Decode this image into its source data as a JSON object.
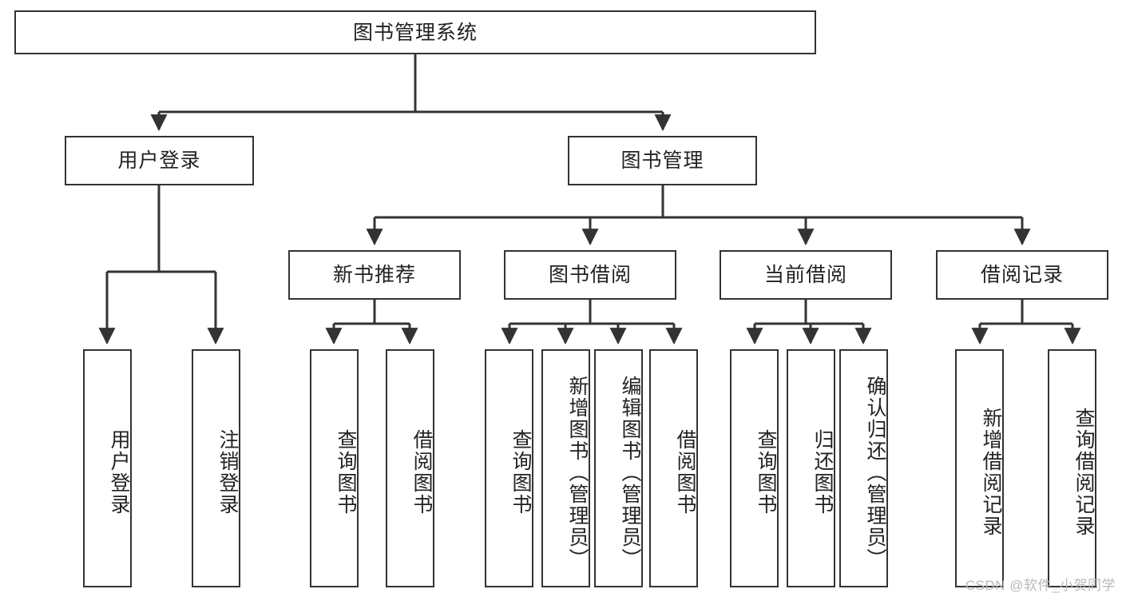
{
  "diagram": {
    "title": "图书管理系统",
    "type": "tree-hierarchy-chart",
    "colors": {
      "box_border": "#333333",
      "box_fill": "#ffffff",
      "edge": "#333333",
      "text": "#222222",
      "watermark": "#b9b9b9",
      "background": "#ffffff"
    },
    "root": {
      "label": "图书管理系统"
    },
    "level2": [
      {
        "label": "用户登录"
      },
      {
        "label": "图书管理"
      }
    ],
    "level3": [
      {
        "label": "新书推荐"
      },
      {
        "label": "图书借阅"
      },
      {
        "label": "当前借阅"
      },
      {
        "label": "借阅记录"
      }
    ],
    "leaves": {
      "user_login": [
        {
          "label": "用户登录"
        },
        {
          "label": "注销登录"
        }
      ],
      "new_book_recommend": [
        {
          "label": "查询图书"
        },
        {
          "label": "借阅图书"
        }
      ],
      "book_borrow": [
        {
          "label": "查询图书"
        },
        {
          "label": "新增图书（管理员）"
        },
        {
          "label": "编辑图书（管理员）"
        },
        {
          "label": "借阅图书"
        }
      ],
      "current_borrow": [
        {
          "label": "查询图书"
        },
        {
          "label": "归还图书"
        },
        {
          "label": "确认归还（管理员）"
        }
      ],
      "borrow_record": [
        {
          "label": "新增借阅记录"
        },
        {
          "label": "查询借阅记录"
        }
      ]
    }
  },
  "watermark": {
    "text": "CSDN @软件_小贺同学"
  }
}
